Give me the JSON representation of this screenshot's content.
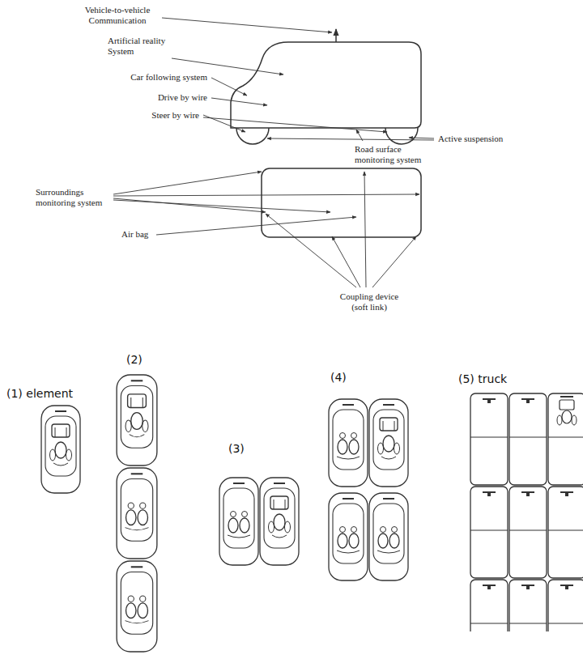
{
  "diagram": {
    "labels": [
      "Vehicle-to-vehicle Communication",
      "Artificial reality System",
      "Car following system",
      "Drive by wire",
      "Steer by wire",
      "Active suspension",
      "Road surface monitoring system",
      "Surroundings monitoring system",
      "Air bag",
      "Coupling device (soft link)",
      "(1) element",
      "(2)",
      "(3)",
      "(4)",
      "(5) truck"
    ]
  }
}
